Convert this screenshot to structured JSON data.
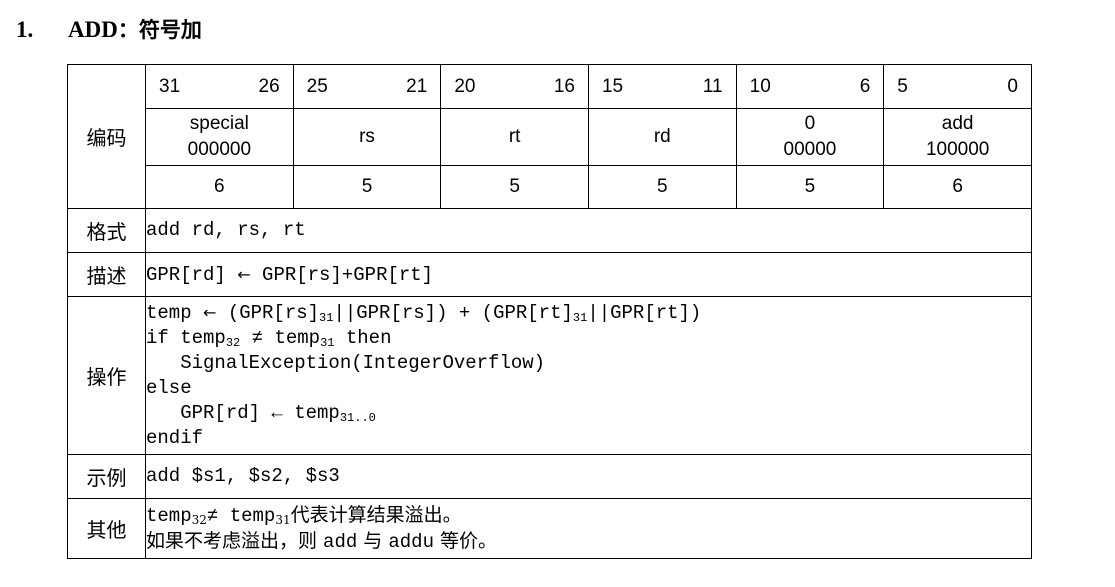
{
  "heading": {
    "number": "1.",
    "mnemonic": "ADD",
    "sep": "：",
    "title": "符号加"
  },
  "rows": {
    "encoding": "编码",
    "format": "格式",
    "description": "描述",
    "operation": "操作",
    "example": "示例",
    "other": "其他"
  },
  "bit_ranges": [
    {
      "hi": "31",
      "lo": "26"
    },
    {
      "hi": "25",
      "lo": "21"
    },
    {
      "hi": "20",
      "lo": "16"
    },
    {
      "hi": "15",
      "lo": "11"
    },
    {
      "hi": "10",
      "lo": "6"
    },
    {
      "hi": "5",
      "lo": "0"
    }
  ],
  "fields": [
    {
      "line1": "special",
      "line2": "000000"
    },
    {
      "line1": "rs",
      "line2": ""
    },
    {
      "line1": "rt",
      "line2": ""
    },
    {
      "line1": "rd",
      "line2": ""
    },
    {
      "line1": "0",
      "line2": "00000"
    },
    {
      "line1": "add",
      "line2": "100000"
    }
  ],
  "widths": [
    "6",
    "5",
    "5",
    "5",
    "5",
    "6"
  ],
  "format_text": "add rd, rs, rt",
  "description": {
    "lhs": "GPR[rd]",
    "arrow": "←",
    "rhs": "GPR[rs]+GPR[rt]"
  },
  "operation": {
    "l1_a": "temp ",
    "l1_arrow": "←",
    "l1_b": " (GPR[rs]",
    "l1_sub1": "31",
    "l1_c": "||GPR[rs]) + (GPR[rt]",
    "l1_sub2": "31",
    "l1_d": "||GPR[rt])",
    "l2_a": "if temp",
    "l2_sub1": "32",
    "l2_b": " ≠ temp",
    "l2_sub2": "31",
    "l2_c": " then",
    "l3": "   SignalException(IntegerOverflow)",
    "l4": "else",
    "l5_a": "   GPR[rd] ← temp",
    "l5_sub": "31..0",
    "l6": "endif"
  },
  "example_text": "add $s1, $s2, $s3",
  "other": {
    "l1_a": "temp",
    "l1_sub1": "32",
    "l1_b": "≠ temp",
    "l1_sub2": "31",
    "l1_c": "代表计算结果溢出。",
    "l2_a": "如果不考虑溢出，则 ",
    "l2_b": "add",
    "l2_c": " 与 ",
    "l2_d": "addu",
    "l2_e": " 等价。"
  }
}
